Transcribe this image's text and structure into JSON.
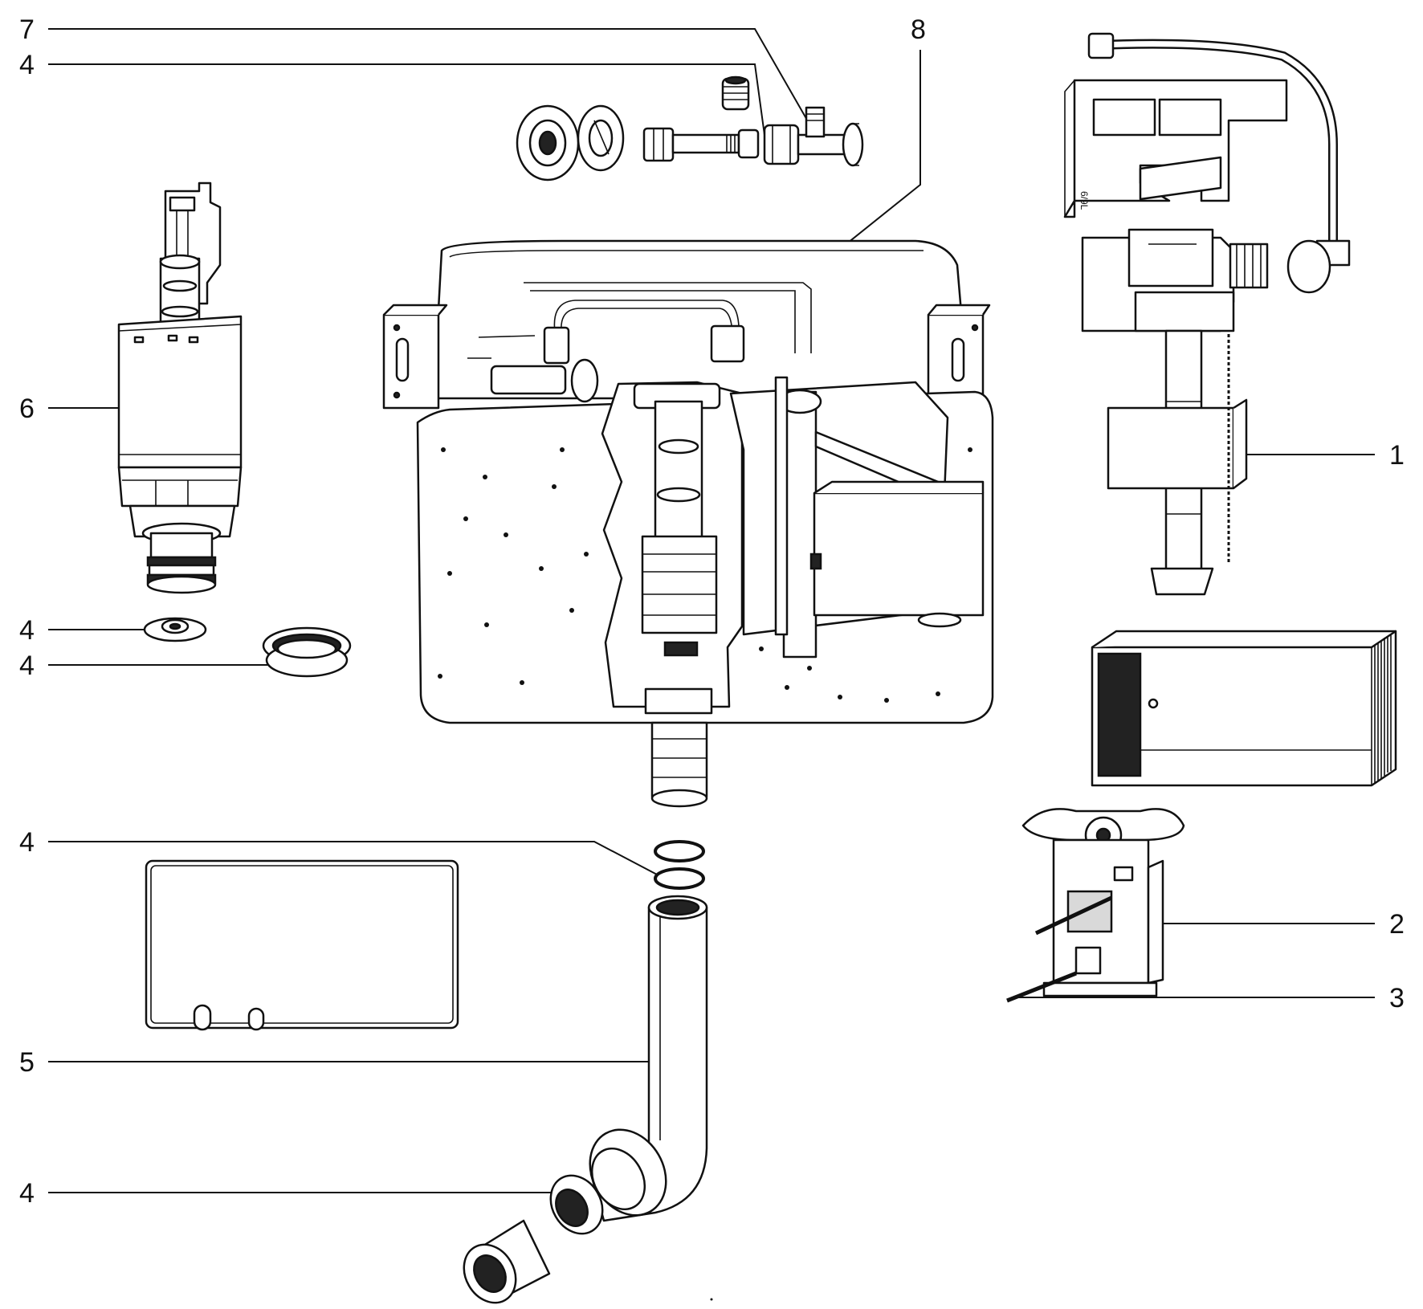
{
  "callouts": [
    {
      "id": "c7-top",
      "label": "7"
    },
    {
      "id": "c4-top",
      "label": "4"
    },
    {
      "id": "c8",
      "label": "8"
    },
    {
      "id": "c6",
      "label": "6"
    },
    {
      "id": "c4-seal",
      "label": "4"
    },
    {
      "id": "c4-ring",
      "label": "4"
    },
    {
      "id": "c4-orings",
      "label": "4"
    },
    {
      "id": "c5",
      "label": "5"
    },
    {
      "id": "c4-bottom",
      "label": "4"
    },
    {
      "id": "c1",
      "label": "1"
    },
    {
      "id": "c2",
      "label": "2"
    },
    {
      "id": "c3",
      "label": "3"
    }
  ],
  "part_markings": {
    "bracket_mark": "6/9L"
  }
}
